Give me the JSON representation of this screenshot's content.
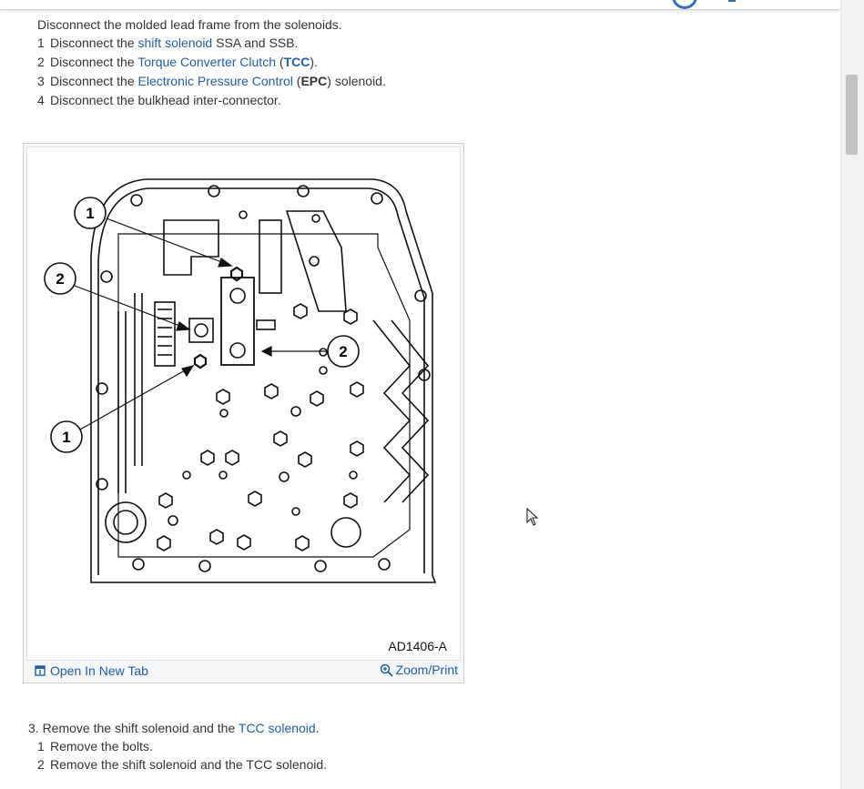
{
  "intro": "Disconnect the molded lead frame from the solenoids.",
  "steps1": [
    {
      "num": "1",
      "before": "Disconnect the ",
      "link": "shift solenoid",
      "after": " SSA and SSB."
    },
    {
      "num": "2",
      "before": "Disconnect the ",
      "link": "Torque Converter Clutch",
      "mid": " (",
      "bold": "TCC",
      "after": ")."
    },
    {
      "num": "3",
      "before": "Disconnect the ",
      "link": "Electronic Pressure Control",
      "mid": " (",
      "bold": "EPC",
      "after": ") solenoid."
    },
    {
      "num": "4",
      "before": "Disconnect the bulkhead inter-connector."
    }
  ],
  "figure": {
    "code": "AD1406-A",
    "callouts": [
      "1",
      "2",
      "2",
      "1"
    ],
    "open_label": "Open In New Tab",
    "zoom_label": "Zoom/Print"
  },
  "step3": {
    "before": "3. Remove the shift solenoid and the ",
    "link": "TCC solenoid",
    "after": "."
  },
  "steps3": [
    {
      "num": "1",
      "text": "Remove the bolts."
    },
    {
      "num": "2",
      "text": "Remove the shift solenoid and the TCC solenoid."
    }
  ],
  "colors": {
    "link": "#1f5fa6",
    "text": "#333333"
  }
}
